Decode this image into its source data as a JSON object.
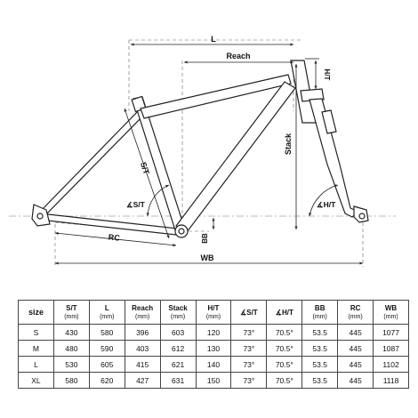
{
  "diagram": {
    "labels": {
      "l": "L",
      "reach": "Reach",
      "ht": "H/T",
      "stack": "Stack",
      "st": "S/T",
      "st_angle": "∡S/T",
      "ht_angle": "∡H/T",
      "rc": "RC",
      "bb": "BB",
      "wb": "WB"
    }
  },
  "table": {
    "columns": [
      {
        "name": "size",
        "unit": ""
      },
      {
        "name": "S/T",
        "unit": "(mm)"
      },
      {
        "name": "L",
        "unit": "(mm)"
      },
      {
        "name": "Reach",
        "unit": "(mm)"
      },
      {
        "name": "Stack",
        "unit": "(mm)"
      },
      {
        "name": "H/T",
        "unit": "(mm)"
      },
      {
        "name": "∡S/T",
        "unit": ""
      },
      {
        "name": "∡H/T",
        "unit": ""
      },
      {
        "name": "BB",
        "unit": "(mm)"
      },
      {
        "name": "RC",
        "unit": "(mm)"
      },
      {
        "name": "WB",
        "unit": "(mm)"
      }
    ],
    "rows": [
      [
        "S",
        "430",
        "580",
        "396",
        "603",
        "120",
        "73°",
        "70.5°",
        "53.5",
        "445",
        "1077"
      ],
      [
        "M",
        "480",
        "590",
        "403",
        "612",
        "130",
        "73°",
        "70.5°",
        "53.5",
        "445",
        "1087"
      ],
      [
        "L",
        "530",
        "605",
        "415",
        "621",
        "140",
        "73°",
        "70.5°",
        "53.5",
        "445",
        "1102"
      ],
      [
        "XL",
        "580",
        "620",
        "427",
        "631",
        "150",
        "73°",
        "70.5°",
        "53.5",
        "445",
        "1118"
      ]
    ]
  }
}
